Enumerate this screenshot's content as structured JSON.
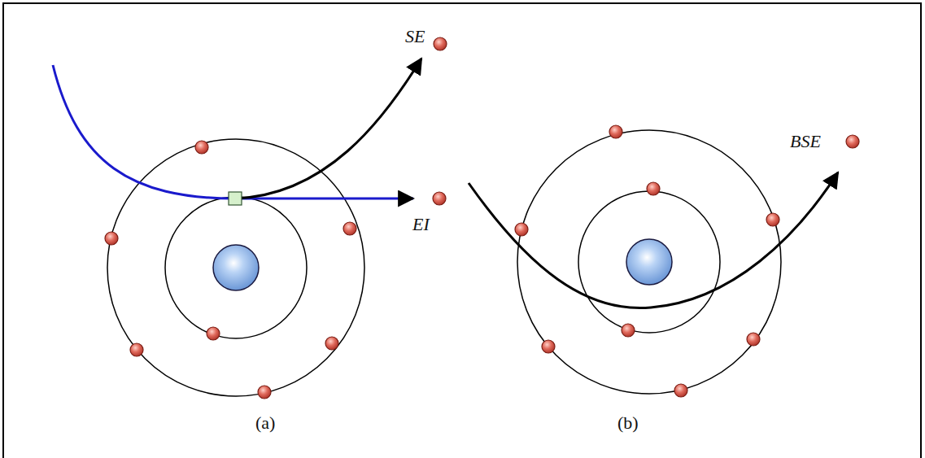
{
  "diagram": {
    "labels": [
      "SE",
      "EI",
      "(a)",
      "BSE",
      "(b)"
    ]
  }
}
